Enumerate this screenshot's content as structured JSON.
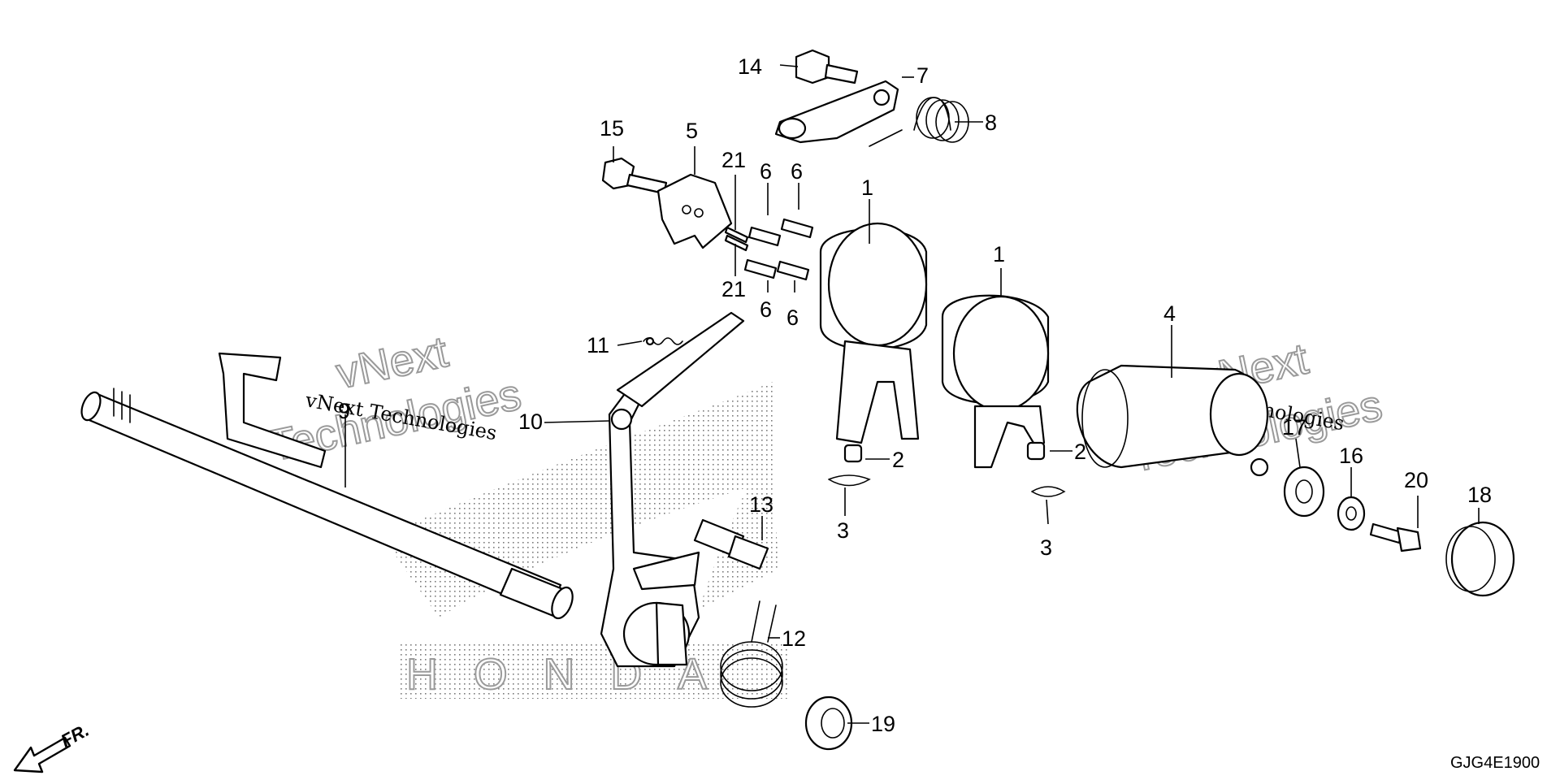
{
  "diagram": {
    "drawing_code": "GJG4E1900",
    "front_label": "FR.",
    "watermark": {
      "line1": "vNext",
      "line2": "Technologies",
      "caption": "vNext Technologies",
      "logo": "HONDA"
    },
    "callouts": [
      {
        "id": "c1a",
        "label": "1"
      },
      {
        "id": "c1b",
        "label": "1"
      },
      {
        "id": "c2a",
        "label": "2"
      },
      {
        "id": "c2b",
        "label": "2"
      },
      {
        "id": "c3a",
        "label": "3"
      },
      {
        "id": "c3b",
        "label": "3"
      },
      {
        "id": "c4",
        "label": "4"
      },
      {
        "id": "c5",
        "label": "5"
      },
      {
        "id": "c6a",
        "label": "6"
      },
      {
        "id": "c6b",
        "label": "6"
      },
      {
        "id": "c6c",
        "label": "6"
      },
      {
        "id": "c6d",
        "label": "6"
      },
      {
        "id": "c7",
        "label": "7"
      },
      {
        "id": "c8",
        "label": "8"
      },
      {
        "id": "c9",
        "label": "9"
      },
      {
        "id": "c10",
        "label": "10"
      },
      {
        "id": "c11",
        "label": "11"
      },
      {
        "id": "c12",
        "label": "12"
      },
      {
        "id": "c13",
        "label": "13"
      },
      {
        "id": "c14",
        "label": "14"
      },
      {
        "id": "c15",
        "label": "15"
      },
      {
        "id": "c16",
        "label": "16"
      },
      {
        "id": "c17",
        "label": "17"
      },
      {
        "id": "c18",
        "label": "18"
      },
      {
        "id": "c19",
        "label": "19"
      },
      {
        "id": "c20",
        "label": "20"
      },
      {
        "id": "c21a",
        "label": "21"
      },
      {
        "id": "c21b",
        "label": "21"
      }
    ]
  }
}
